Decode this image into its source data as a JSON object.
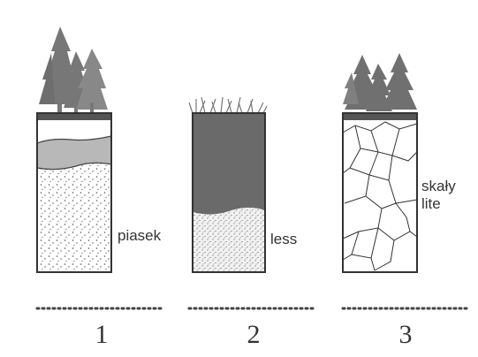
{
  "profiles": [
    {
      "number": "1",
      "label_lines": [
        "piasek"
      ]
    },
    {
      "number": "2",
      "label_lines": [
        "less"
      ]
    },
    {
      "number": "3",
      "label_lines": [
        "skały",
        "lite"
      ]
    }
  ]
}
